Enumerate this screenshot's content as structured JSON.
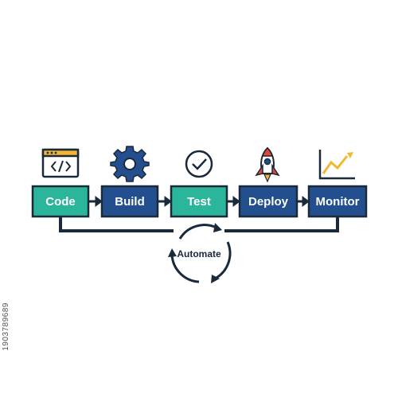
{
  "steps": [
    {
      "label": "Code",
      "icon": "code-window-icon",
      "color": "#2bb59a"
    },
    {
      "label": "Build",
      "icon": "gear-icon",
      "color": "#234f8f"
    },
    {
      "label": "Test",
      "icon": "check-circle-icon",
      "color": "#2bb59a"
    },
    {
      "label": "Deploy",
      "icon": "rocket-icon",
      "color": "#234f8f"
    },
    {
      "label": "Monitor",
      "icon": "trend-chart-icon",
      "color": "#234f8f"
    }
  ],
  "cycle_label": "Automate",
  "watermark": "1903789689",
  "colors": {
    "teal": "#2bb59a",
    "navy": "#234f8f",
    "outline": "#1a2a3a",
    "accent_yellow": "#f2b632",
    "accent_red": "#e0443c"
  }
}
